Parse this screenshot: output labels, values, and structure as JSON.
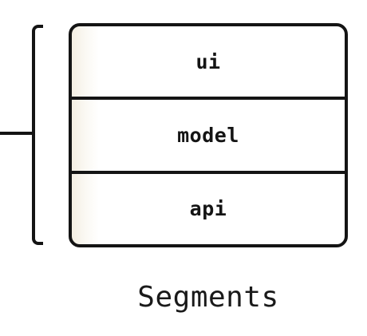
{
  "segments": {
    "items": [
      {
        "label": "ui"
      },
      {
        "label": "model"
      },
      {
        "label": "api"
      }
    ],
    "caption": "Segments"
  },
  "colors": {
    "stroke": "#141414",
    "text": "#141414",
    "background": "#ffffff",
    "box_tint": "#f4efe3"
  }
}
